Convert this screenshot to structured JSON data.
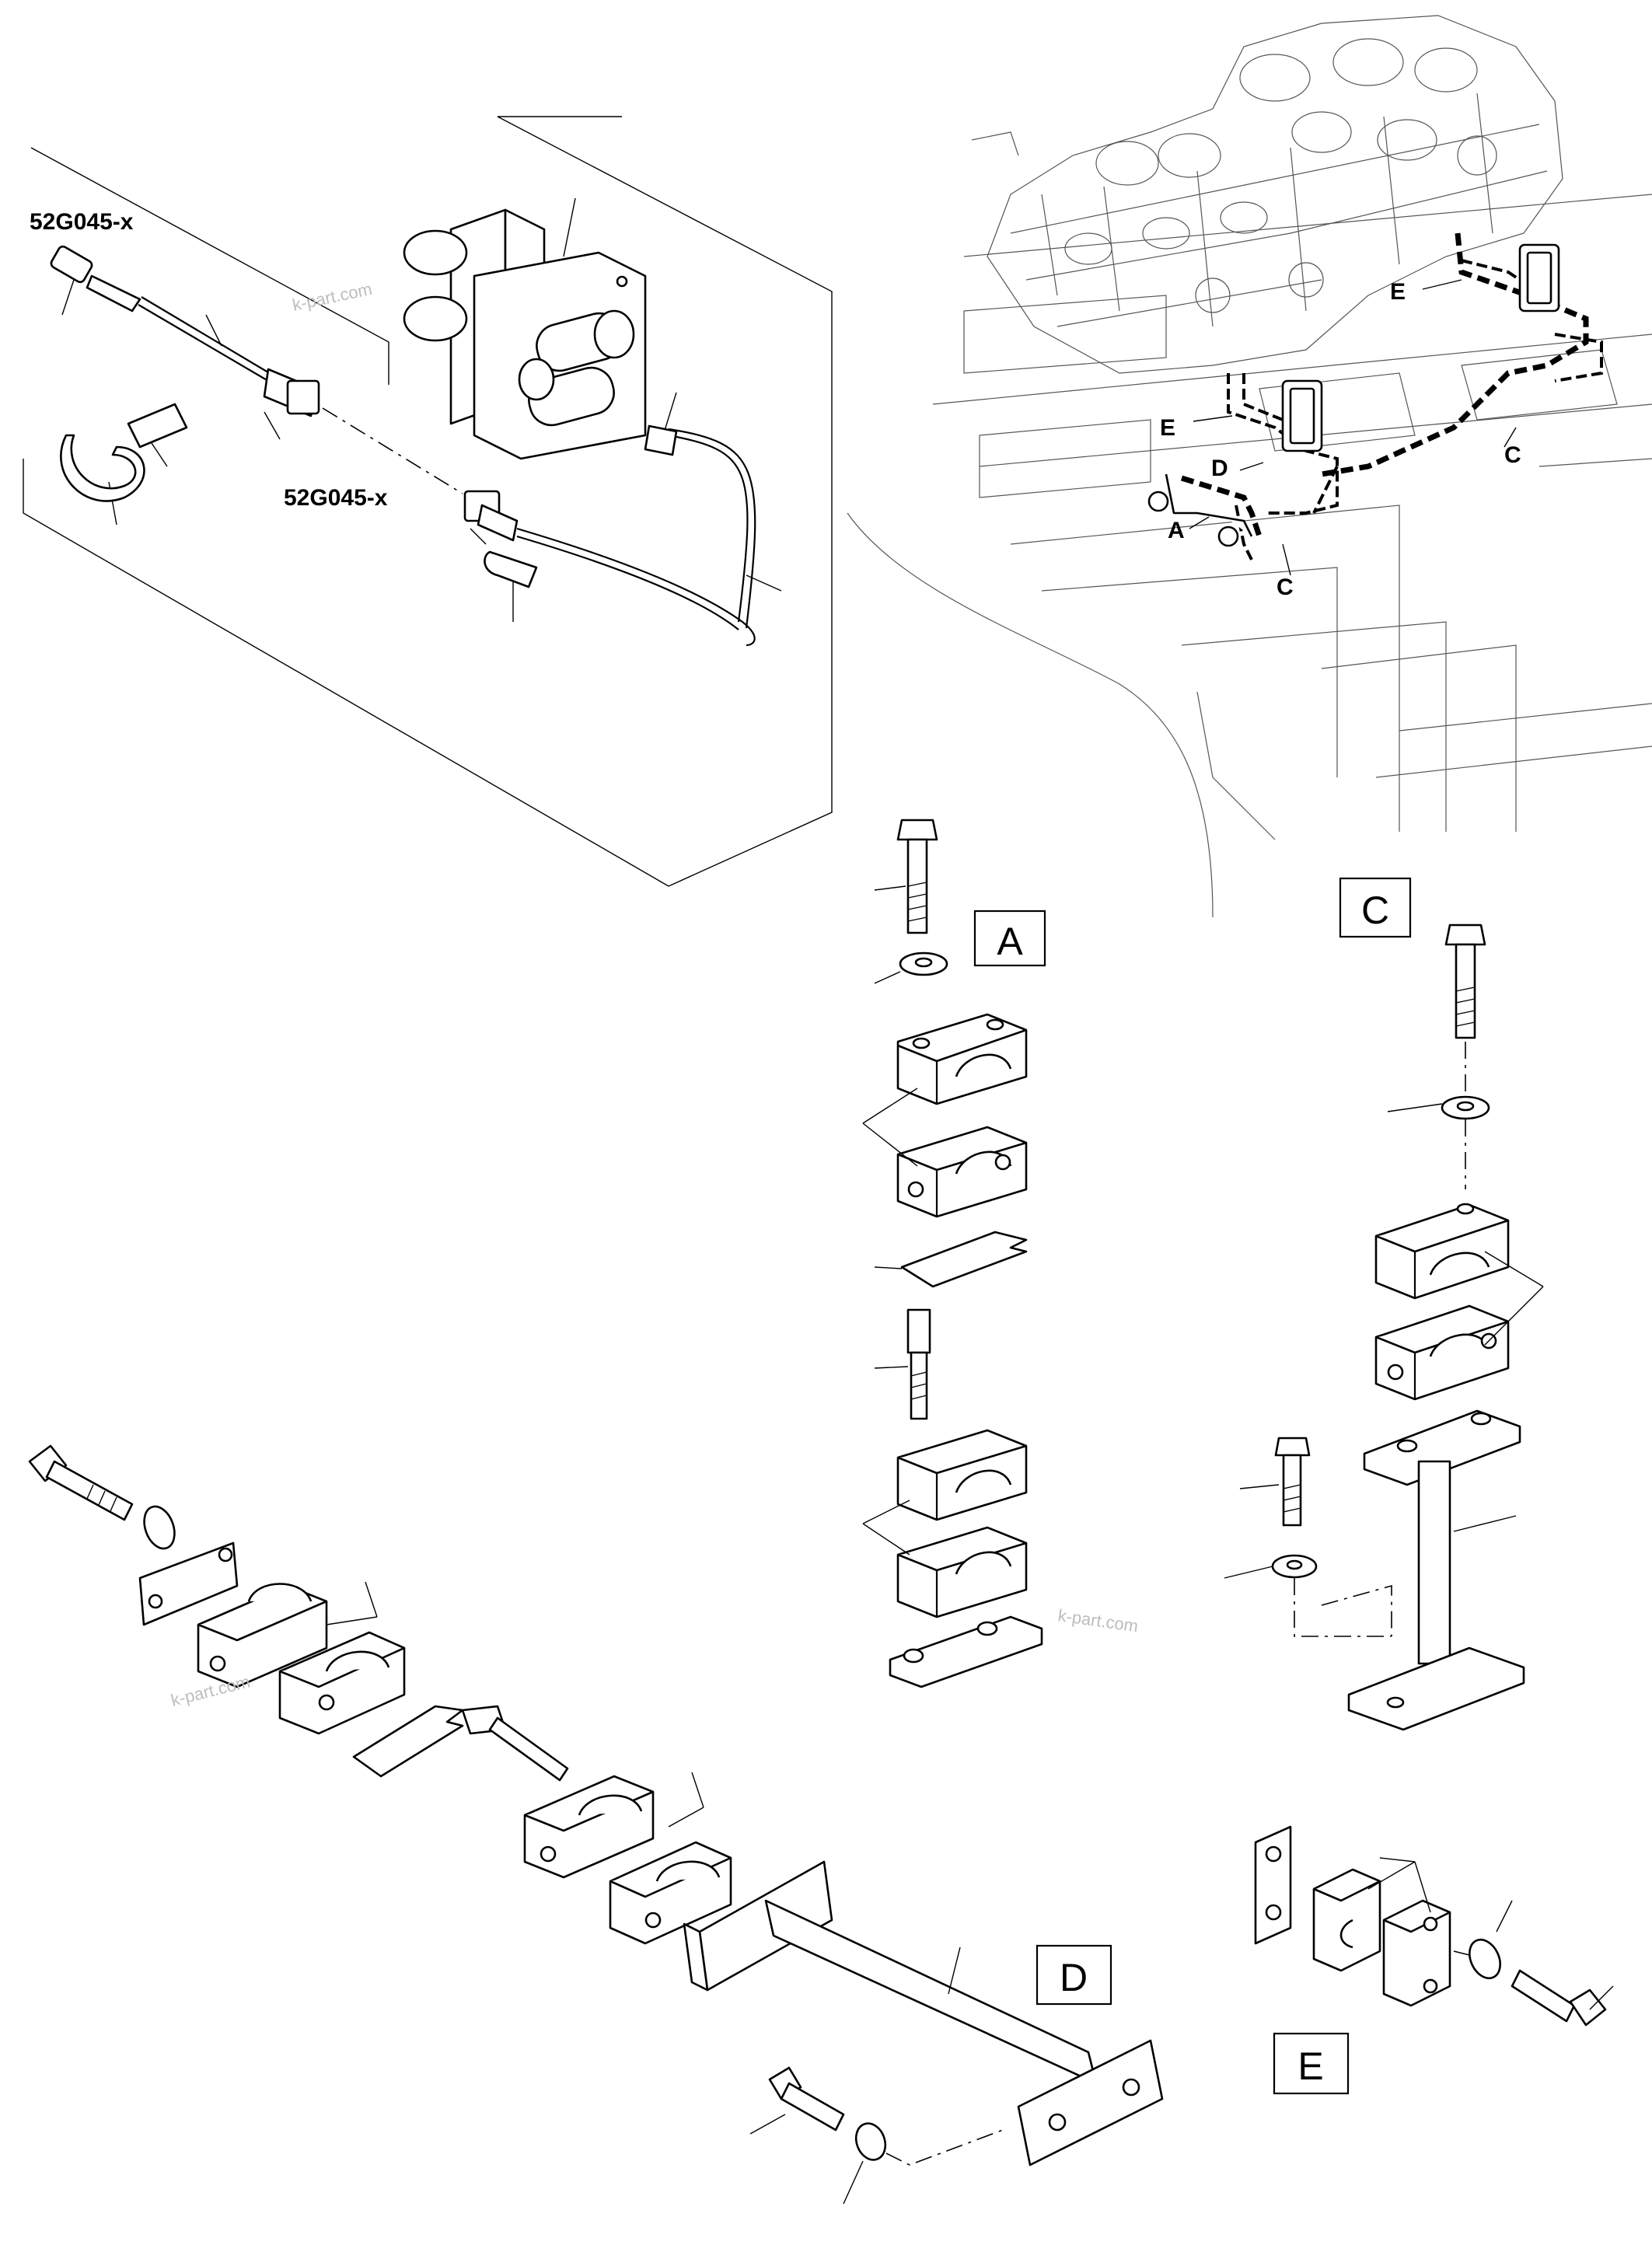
{
  "diagram": {
    "connector_labels": [
      "52G045-x",
      "52G045-x"
    ],
    "view_callouts": [
      "E",
      "E",
      "D",
      "A",
      "C",
      "C"
    ],
    "detail_boxes": [
      "A",
      "C",
      "D",
      "E"
    ],
    "watermarks": [
      "k-part.com",
      "k-part.com",
      "k-part.com"
    ]
  }
}
